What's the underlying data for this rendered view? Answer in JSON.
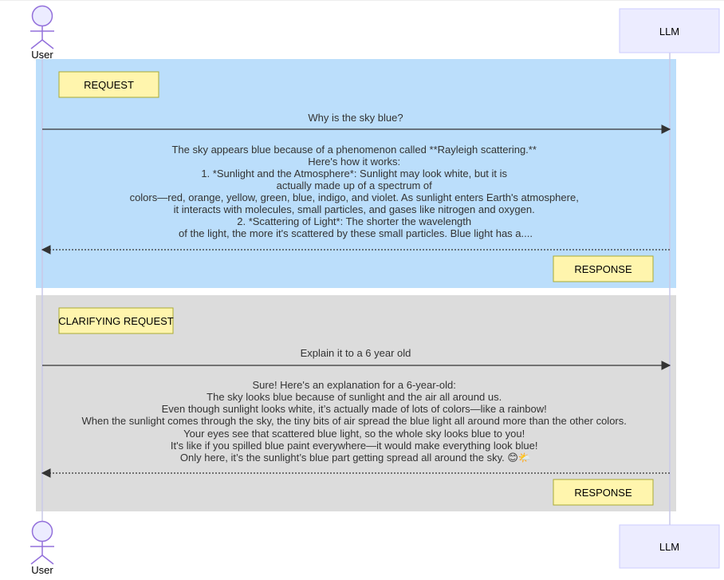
{
  "actors": {
    "user": "User",
    "llm": "LLM"
  },
  "sections": [
    {
      "note": "REQUEST",
      "request_message": "Why is the sky blue?",
      "response_lines": [
        "The sky appears blue because of a phenomenon called **Rayleigh scattering.**",
        "Here's how it works:",
        "1. *Sunlight and the Atmosphere*: Sunlight may look white, but it is",
        "actually made up of a spectrum of",
        "colors—red, orange, yellow, green, blue, indigo, and violet. As sunlight enters Earth's atmosphere,",
        "it interacts with molecules, small particles, and gases like nitrogen and oxygen.",
        "2. *Scattering of Light*: The shorter the wavelength",
        "of the light, the more it's scattered by these small particles. Blue light has a...."
      ],
      "response_note": "RESPONSE"
    },
    {
      "note": "CLARIFYING REQUEST",
      "request_message": "Explain it to a 6 year old",
      "response_lines": [
        "Sure! Here's an explanation for a 6-year-old:",
        "The sky looks blue because of sunlight and the air all around us.",
        "Even though sunlight looks white, it’s actually made of lots of colors—like a rainbow!",
        "When the sunlight comes through the sky, the tiny bits of air spread the blue light all around more than the other colors.",
        "Your eyes see that scattered blue light, so the whole sky looks blue to you!",
        "It's like if you spilled blue paint everywhere—it would make everything look blue!",
        "Only here, it’s the sunlight’s blue part getting spread all around the sky. 😊🌤️"
      ],
      "response_note": "RESPONSE"
    }
  ],
  "colors": {
    "request_box": "#bbdefb",
    "clarify_box": "#dcdcdc",
    "note_fill": "#fff5ad",
    "note_stroke": "#aaaa33",
    "actor_fill": "#ececff",
    "actor_stroke": "#9370db",
    "line": "#333333"
  }
}
